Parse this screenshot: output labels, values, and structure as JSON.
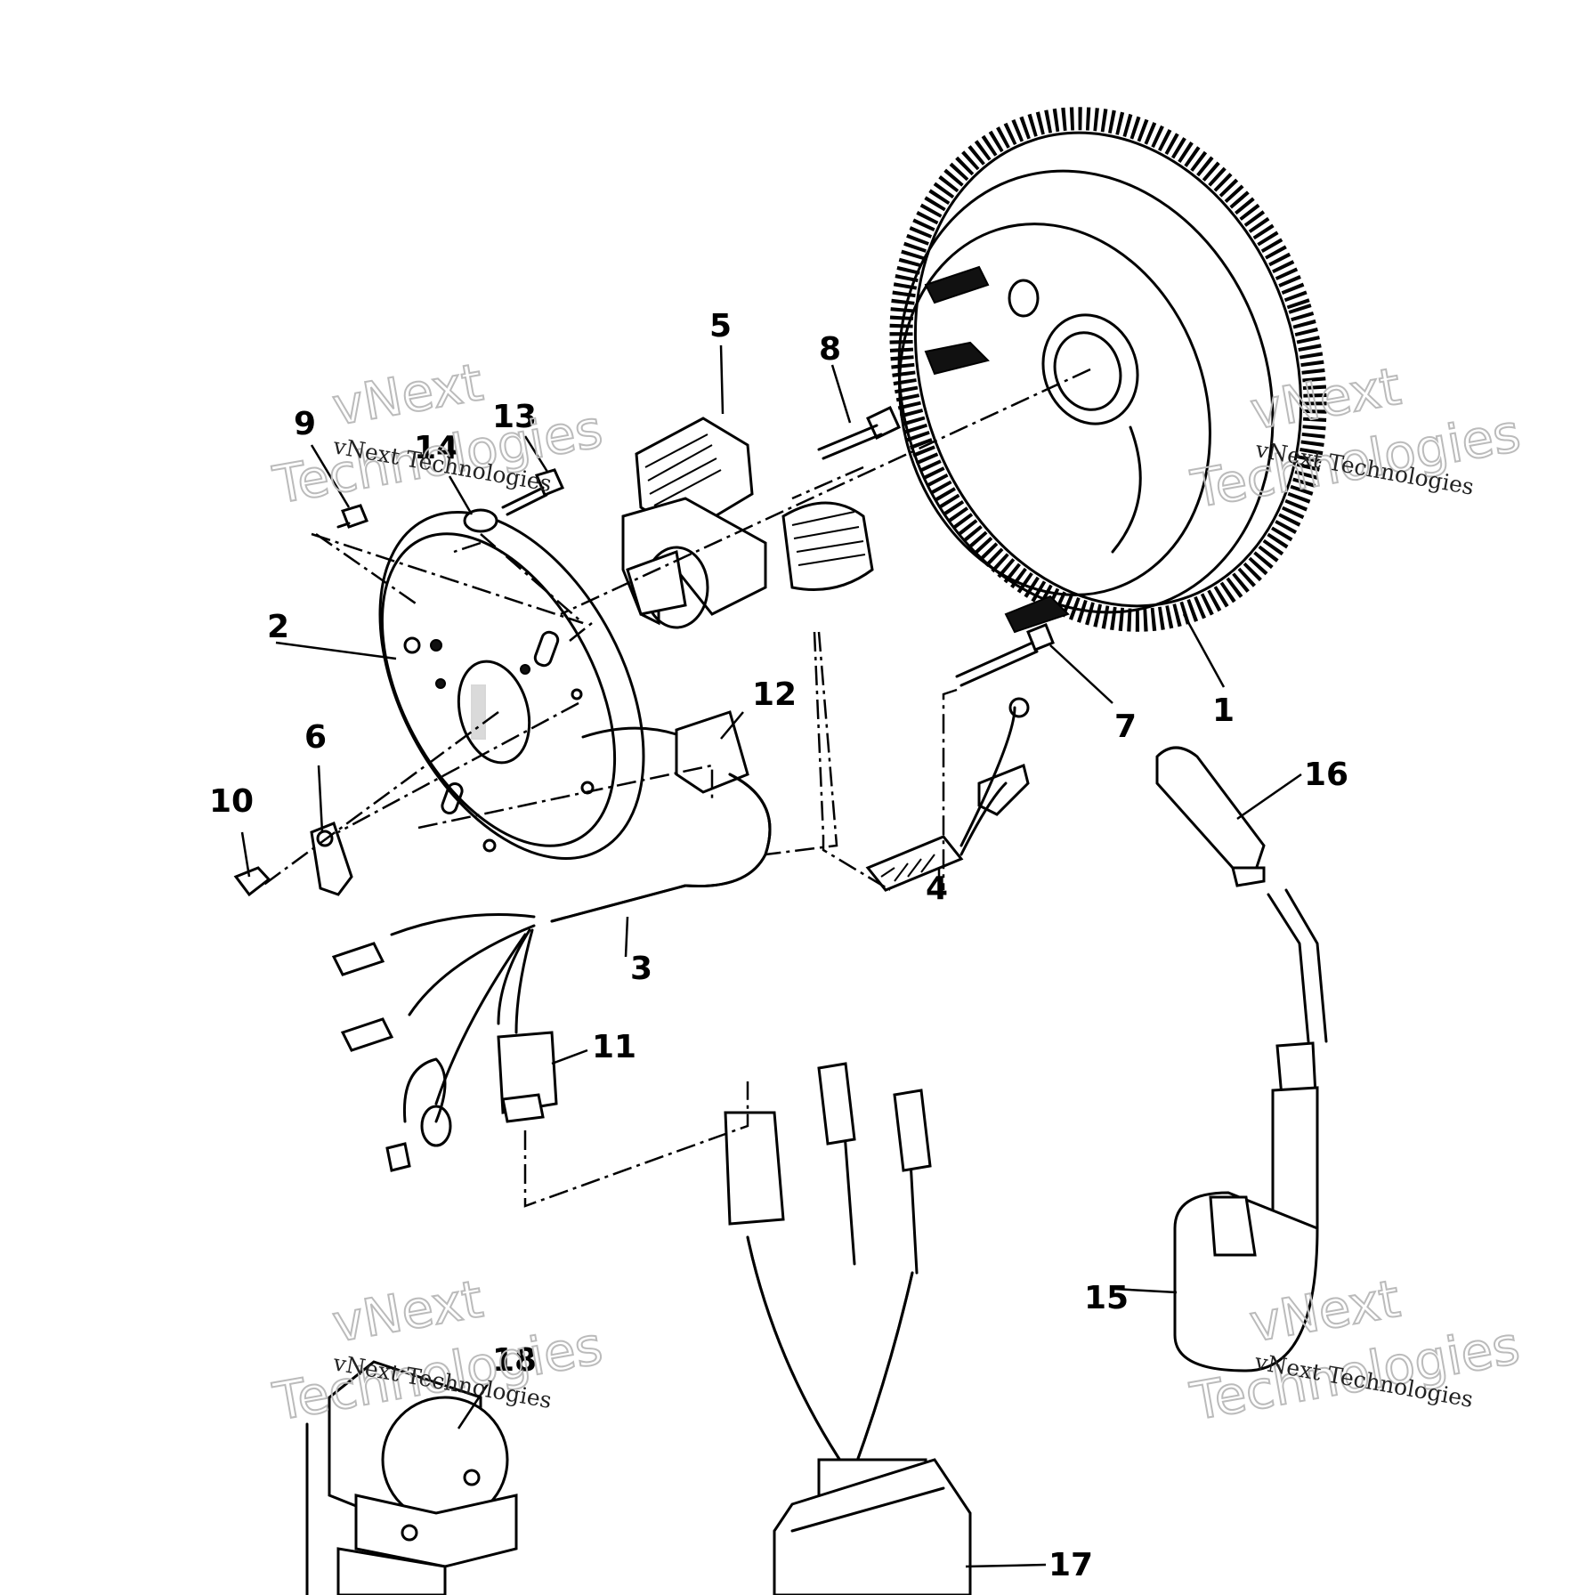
{
  "watermark": {
    "line": "vNext Technologies",
    "big_top": "vNext",
    "big_bottom": "Technologies"
  },
  "callouts": [
    "1",
    "2",
    "3",
    "4",
    "5",
    "6",
    "7",
    "8",
    "9",
    "10",
    "11",
    "12",
    "13",
    "14",
    "15",
    "16",
    "17",
    "18"
  ]
}
